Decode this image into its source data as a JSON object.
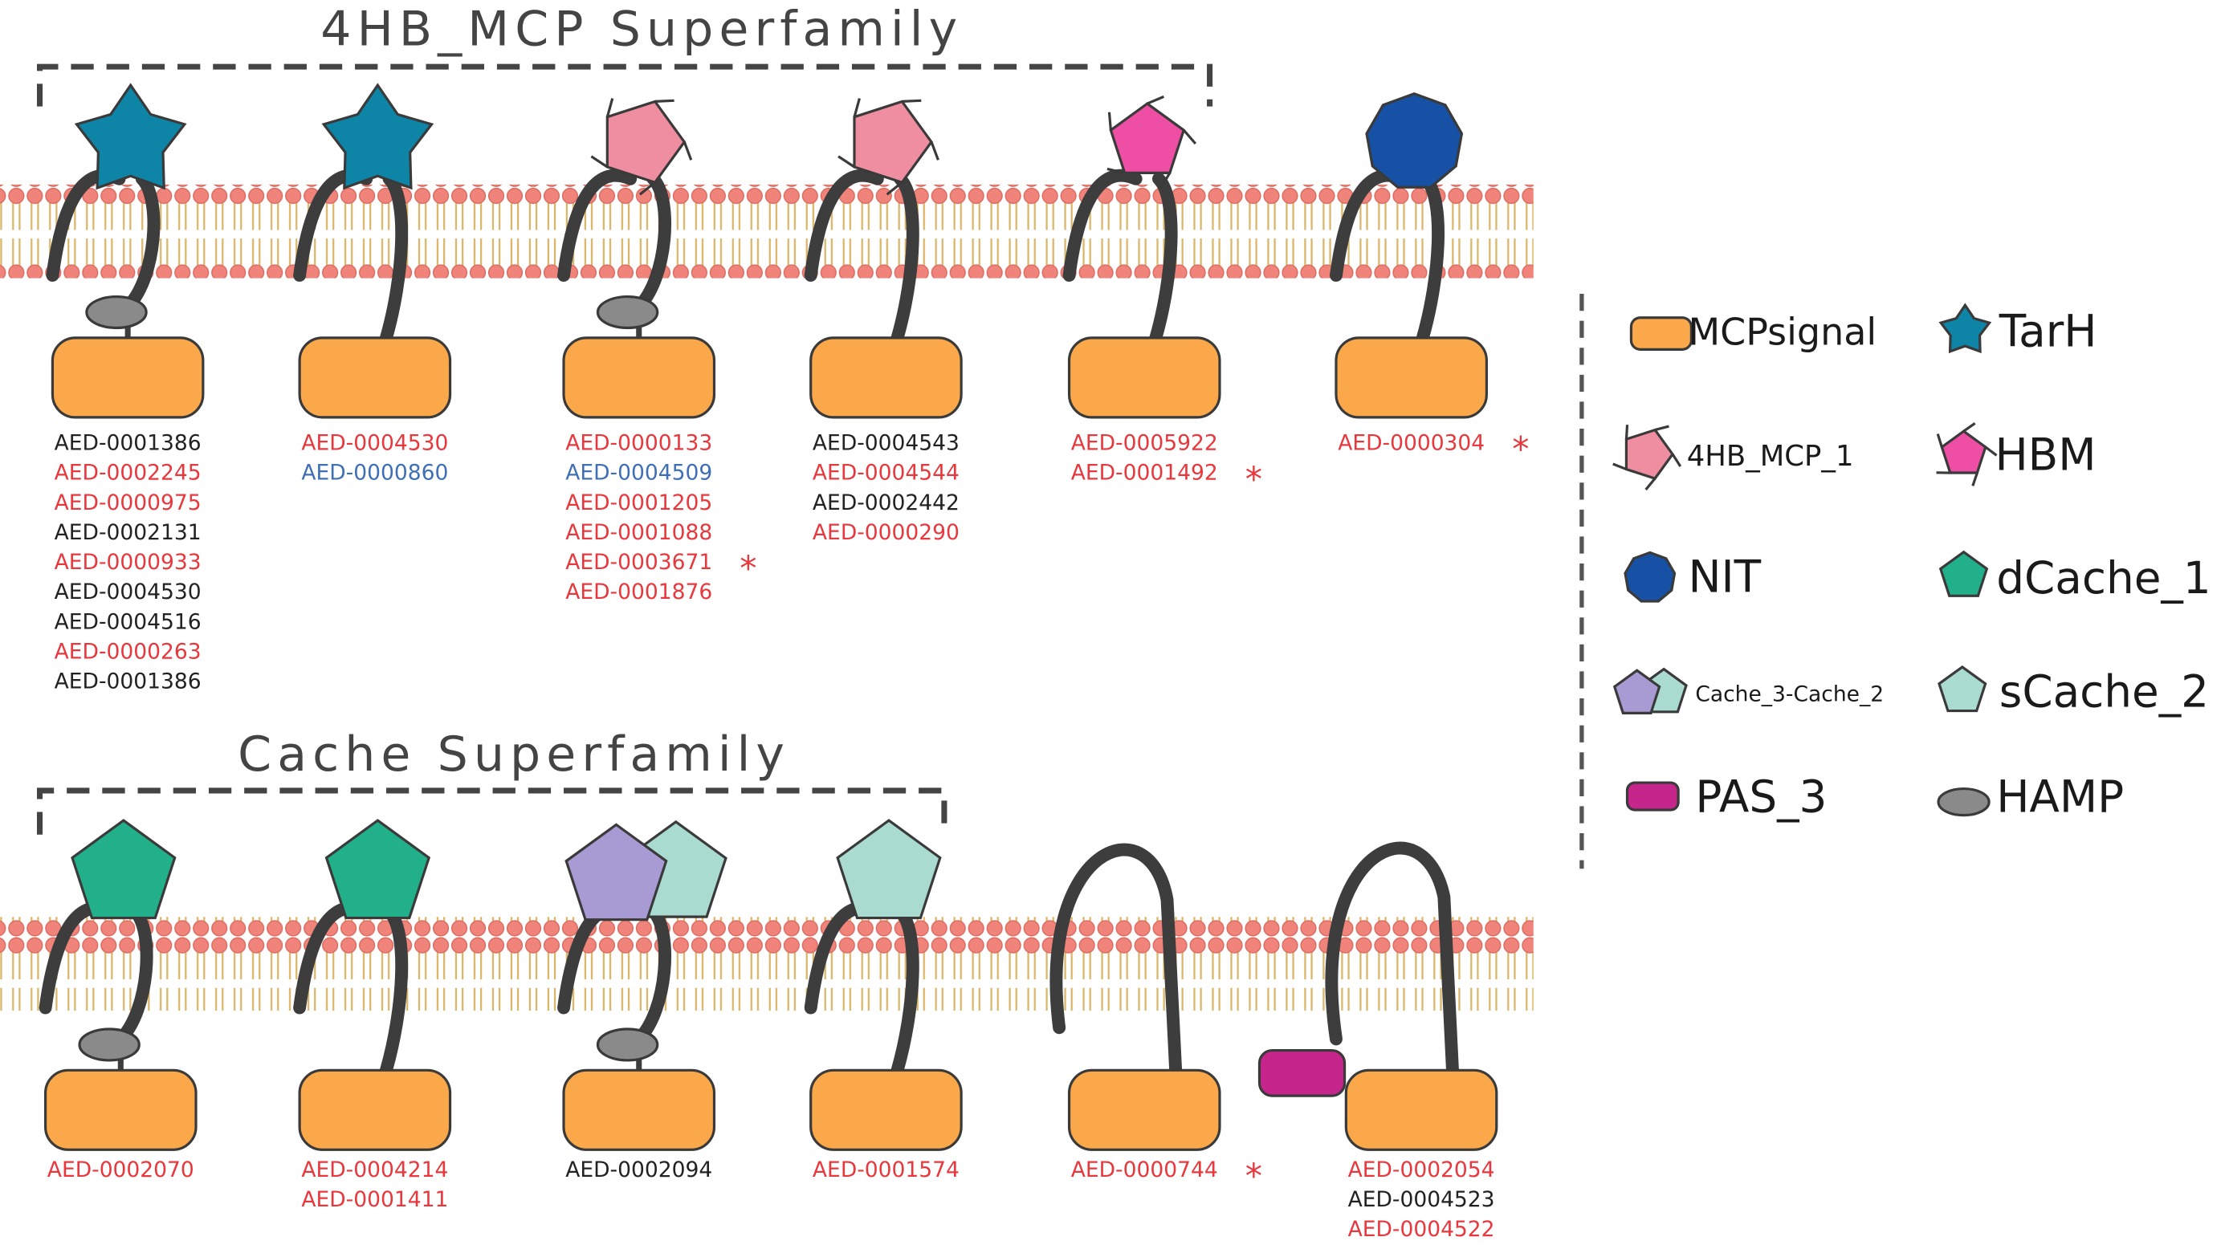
{
  "titles": {
    "superfamily_4hb": "4HB_MCP Superfamily",
    "superfamily_cache": "Cache Superfamily"
  },
  "colors": {
    "red": "#e8383d",
    "black": "#222222",
    "blue": "#3f6fb5",
    "mcpsignal": "#faa84a",
    "tarh": "#0e84a7",
    "four_hb_mcp_1": "#ee8ea0",
    "hbm": "#ee4fa4",
    "nit": "#1651a5",
    "dcache_1": "#22b08a",
    "scache_2": "#a9dbd1",
    "cache_3_cache_2_left": "#a89bd3",
    "pas_3": "#c6258c",
    "hamp": "#8a8a8a",
    "membrane_head": "#f0847a",
    "membrane_tail": "#d9b66a"
  },
  "top_row": [
    {
      "domain_icon": "tarh-icon",
      "hamp": true,
      "accessions": [
        {
          "id": "AED-0001386",
          "color": "black"
        },
        {
          "id": "AED-0002245",
          "color": "red"
        },
        {
          "id": "AED-0000975",
          "color": "red"
        },
        {
          "id": "AED-0002131",
          "color": "black"
        },
        {
          "id": "AED-0000933",
          "color": "red"
        },
        {
          "id": "AED-0004530",
          "color": "black"
        },
        {
          "id": "AED-0004516",
          "color": "black"
        },
        {
          "id": "AED-0000263",
          "color": "red"
        },
        {
          "id": "AED-0001386",
          "color": "black"
        }
      ]
    },
    {
      "domain_icon": "tarh-icon",
      "hamp": false,
      "accessions": [
        {
          "id": "AED-0004530",
          "color": "red"
        },
        {
          "id": "AED-0000860",
          "color": "blue"
        }
      ]
    },
    {
      "domain_icon": "4hb-mcp-1-icon",
      "hamp": true,
      "accessions": [
        {
          "id": "AED-0000133",
          "color": "red"
        },
        {
          "id": "AED-0004509",
          "color": "blue"
        },
        {
          "id": "AED-0001205",
          "color": "red"
        },
        {
          "id": "AED-0001088",
          "color": "red"
        },
        {
          "id": "AED-0003671",
          "color": "red",
          "star": "*"
        },
        {
          "id": "AED-0001876",
          "color": "red"
        }
      ]
    },
    {
      "domain_icon": "4hb-mcp-1-icon",
      "hamp": false,
      "accessions": [
        {
          "id": "AED-0004543",
          "color": "black"
        },
        {
          "id": "AED-0004544",
          "color": "red"
        },
        {
          "id": "AED-0002442",
          "color": "black"
        },
        {
          "id": "AED-0000290",
          "color": "red"
        }
      ]
    },
    {
      "domain_icon": "hbm-icon",
      "hamp": false,
      "accessions": [
        {
          "id": "AED-0005922",
          "color": "red"
        },
        {
          "id": "AED-0001492",
          "color": "red",
          "star": "*"
        }
      ]
    },
    {
      "domain_icon": "nit-icon",
      "hamp": false,
      "accessions": [
        {
          "id": "AED-0000304",
          "color": "red",
          "star": "*"
        }
      ]
    }
  ],
  "bottom_row": [
    {
      "domain_icon": "dcache-1-icon",
      "hamp": true,
      "accessions": [
        {
          "id": "AED-0002070",
          "color": "red"
        }
      ]
    },
    {
      "domain_icon": "dcache-1-icon",
      "hamp": false,
      "accessions": [
        {
          "id": "AED-0004214",
          "color": "red"
        },
        {
          "id": "AED-0001411",
          "color": "red"
        }
      ]
    },
    {
      "domain_icon": "cache-3-cache-2-icon",
      "hamp": true,
      "accessions": [
        {
          "id": "AED-0002094",
          "color": "black"
        }
      ]
    },
    {
      "domain_icon": "scache-2-icon",
      "hamp": false,
      "accessions": [
        {
          "id": "AED-0001574",
          "color": "red"
        }
      ]
    },
    {
      "domain_icon": "loop-icon",
      "hamp": false,
      "accessions": [
        {
          "id": "AED-0000744",
          "color": "red",
          "star": "*"
        }
      ]
    },
    {
      "domain_icon": "pas-3-icon",
      "hamp": false,
      "accessions": [
        {
          "id": "AED-0002054",
          "color": "red"
        },
        {
          "id": "AED-0004523",
          "color": "black"
        },
        {
          "id": "AED-0004522",
          "color": "red"
        }
      ]
    }
  ],
  "legend": [
    {
      "label": "MCPsignal",
      "icon": "mcpsignal-icon"
    },
    {
      "label": "TarH",
      "icon": "tarh-icon"
    },
    {
      "label": "4HB_MCP_1",
      "icon": "4hb-mcp-1-icon"
    },
    {
      "label": "HBM",
      "icon": "hbm-icon"
    },
    {
      "label": "NIT",
      "icon": "nit-icon"
    },
    {
      "label": "dCache_1",
      "icon": "dcache-1-icon"
    },
    {
      "label": "Cache_3-Cache_2",
      "icon": "cache-3-cache-2-icon"
    },
    {
      "label": "sCache_2",
      "icon": "scache-2-icon"
    },
    {
      "label": "PAS_3",
      "icon": "pas-3-icon"
    },
    {
      "label": "HAMP",
      "icon": "hamp-icon"
    }
  ]
}
